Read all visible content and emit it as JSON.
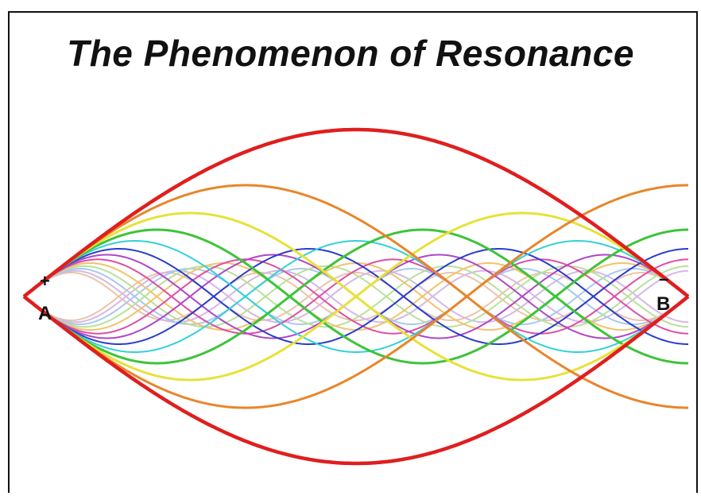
{
  "title": "The Phenomenon of Resonance",
  "endpoints": {
    "left": {
      "sign": "+",
      "label": "A"
    },
    "right": {
      "sign": "–",
      "label": "B"
    }
  },
  "waves": [
    {
      "harmonic": 2,
      "color": "#e01e1e"
    },
    {
      "harmonic": 3,
      "color": "#e8862a"
    },
    {
      "harmonic": 4,
      "color": "#e6e23a"
    },
    {
      "harmonic": 5,
      "color": "#3dc43a"
    },
    {
      "harmonic": 6,
      "color": "#33d1d6"
    },
    {
      "harmonic": 7,
      "color": "#2a3ccc"
    },
    {
      "harmonic": 8,
      "color": "#b046c8"
    },
    {
      "harmonic": 9,
      "color": "#dd4fa4"
    },
    {
      "harmonic": 10,
      "color": "#f2c36b"
    },
    {
      "harmonic": 11,
      "color": "#b9e19a"
    },
    {
      "harmonic": 12,
      "color": "#a9c8ec"
    },
    {
      "harmonic": 13,
      "color": "#d4b8e6"
    },
    {
      "harmonic": 14,
      "color": "#ecc3a8"
    }
  ]
}
